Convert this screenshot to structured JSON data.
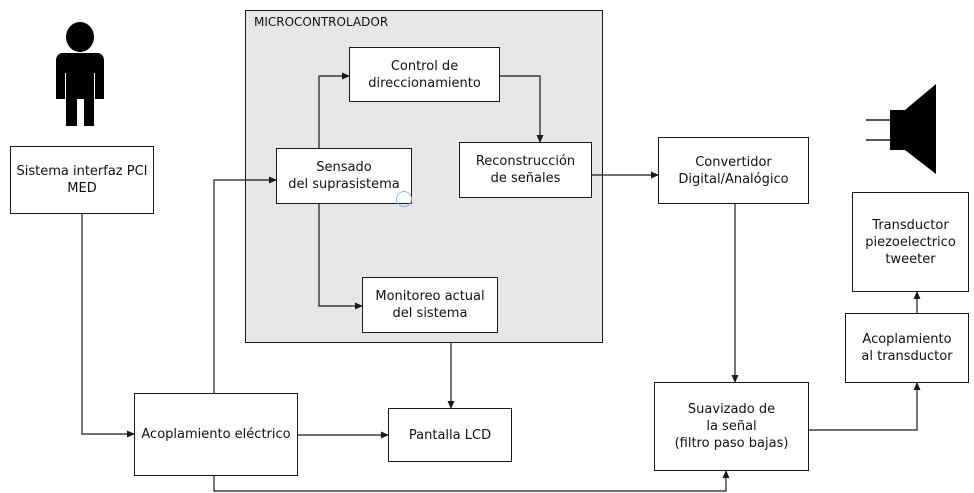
{
  "microcontroller": {
    "title": "MICROCONTROLADOR"
  },
  "blocks": {
    "pci": "Sistema interfaz PCI\nMED",
    "acople": "Acoplamiento eléctrico",
    "lcd": "Pantalla LCD",
    "control": "Control de\ndireccionamiento",
    "sensado": "Sensado\ndel suprasistema",
    "recon": "Reconstrucción\nde señales",
    "monitoreo": "Monitoreo actual\ndel sistema",
    "dac": "Convertidor\nDigital/Analógico",
    "suavizado": "Suavizado de\nla señal\n(filtro paso bajas)",
    "acople_trans": "Acoplamiento\nal transductor",
    "transductor": "Transductor\npiezoelectrico\ntweeter"
  },
  "icons": {
    "person": "person-icon",
    "speaker": "speaker-icon"
  },
  "colors": {
    "microcontroller_bg": "#e6e6e6",
    "line": "#1a1a1a",
    "cursor_ring": "#8fb2d8"
  }
}
